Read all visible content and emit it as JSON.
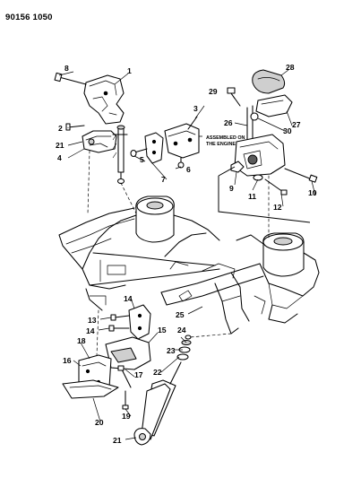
{
  "document_number": "90156 1050",
  "assembly_note": {
    "line1": "ASSEMBLED ON",
    "line2": "THE ENGINE"
  },
  "callouts": {
    "c1": "1",
    "c2": "2",
    "c3": "3",
    "c4": "4",
    "c5": "5",
    "c6": "6",
    "c7": "7",
    "c8": "8",
    "c9": "9",
    "c10": "10",
    "c11": "11",
    "c12": "12",
    "c13a": "13",
    "c14a": "14",
    "c14b": "14",
    "c15": "15",
    "c16": "16",
    "c17": "17",
    "c18": "18",
    "c19": "19",
    "c20": "20",
    "c21a": "21",
    "c21b": "21",
    "c22": "22",
    "c23": "23",
    "c24": "24",
    "c25": "25",
    "c26": "26",
    "c27": "27",
    "c28": "28",
    "c29": "29",
    "c30": "30"
  }
}
